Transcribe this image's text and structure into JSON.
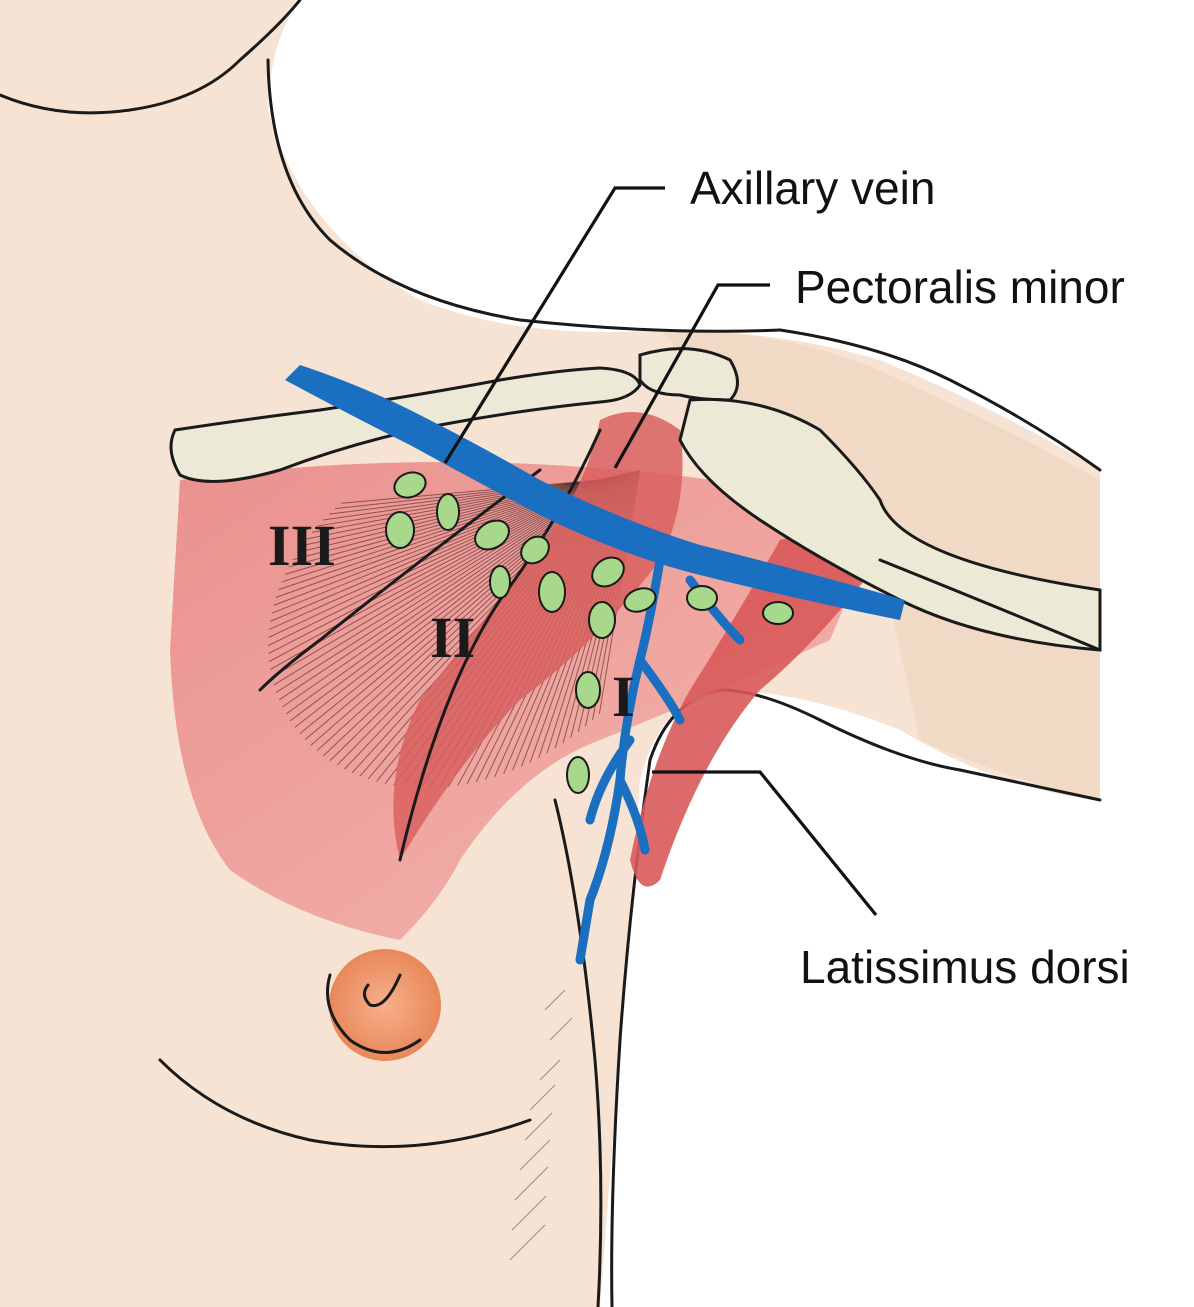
{
  "labels": {
    "axillary_vein": "Axillary vein",
    "pectoralis_minor": "Pectoralis minor",
    "latissimus_dorsi": "Latissimus dorsi"
  },
  "levels": {
    "level_1": "I",
    "level_2": "II",
    "level_3": "III"
  },
  "colors": {
    "skin": "#f6e3d3",
    "skin_shadow": "#eccdb8",
    "muscle": "#e47b7b",
    "muscle_light": "#f0a5a1",
    "vein": "#1a6fc0",
    "lymph_node": "#a8d88c",
    "bone": "#ece9d6",
    "areola": "#f2a27a",
    "outline": "#1a1a1a"
  }
}
